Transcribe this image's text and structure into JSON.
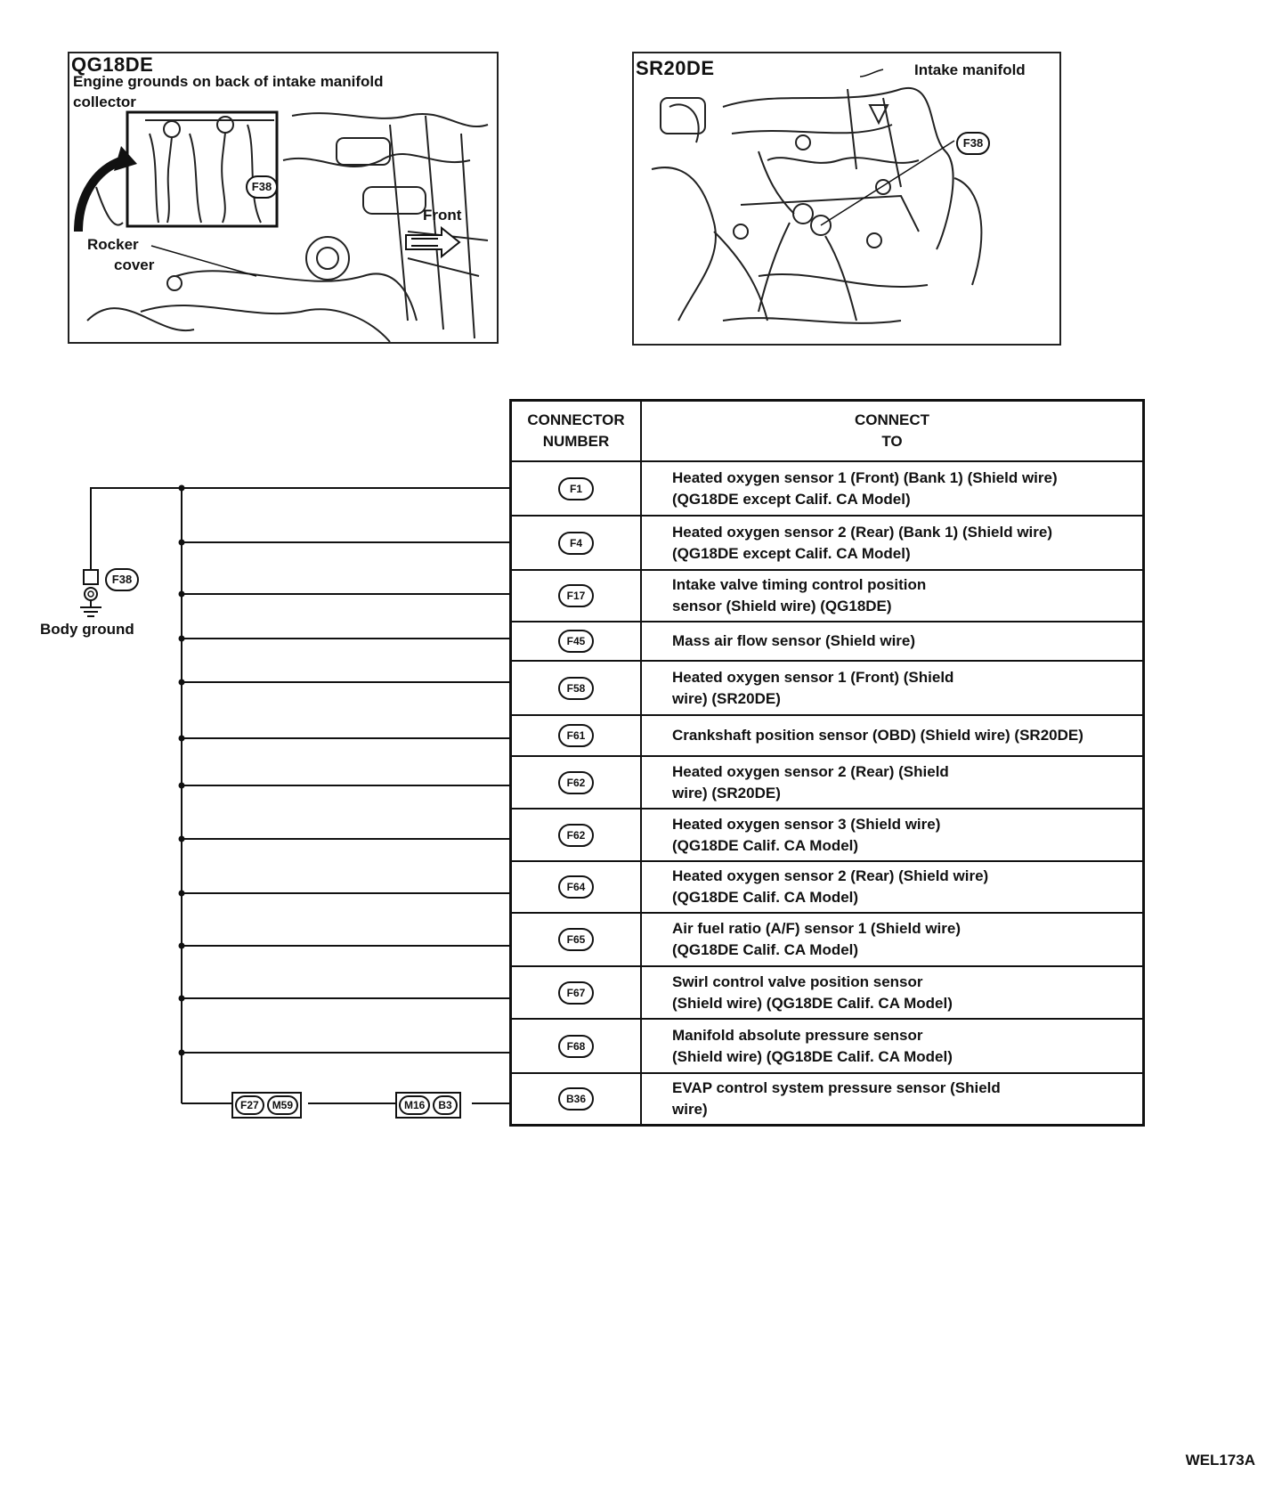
{
  "figures": {
    "left": {
      "title": "QG18DE",
      "caption_line1": "Engine grounds on back of intake manifold",
      "caption_line2": "collector",
      "connector_label": "F38",
      "front_label": "Front",
      "rocker_line1": "Rocker",
      "rocker_line2": "cover"
    },
    "right": {
      "title": "SR20DE",
      "manifold_label": "Intake manifold",
      "connector_label": "F38"
    }
  },
  "ground": {
    "connector_label": "F38",
    "label": "Body ground"
  },
  "inline_connectors": {
    "group1": [
      "F27",
      "M59"
    ],
    "group2": [
      "M16",
      "B3"
    ]
  },
  "table": {
    "headers": {
      "col1_line1": "CONNECTOR",
      "col1_line2": "NUMBER",
      "col2_line1": "CONNECT",
      "col2_line2": "TO"
    },
    "rows": [
      {
        "conn": "F1",
        "line1": "Heated oxygen sensor 1 (Front) (Bank 1) (Shield wire)",
        "line2": "(QG18DE except Calif. CA Model)"
      },
      {
        "conn": "F4",
        "line1": "Heated oxygen sensor 2 (Rear) (Bank 1) (Shield wire)",
        "line2": "(QG18DE except Calif. CA Model)"
      },
      {
        "conn": "F17",
        "line1": "Intake valve timing control position",
        "line2": "sensor (Shield wire) (QG18DE)"
      },
      {
        "conn": "F45",
        "line1": "Mass air flow sensor (Shield wire)",
        "line2": ""
      },
      {
        "conn": "F58",
        "line1": "Heated oxygen sensor 1 (Front) (Shield",
        "line2": "wire) (SR20DE)"
      },
      {
        "conn": "F61",
        "line1": "Crankshaft position sensor (OBD) (Shield wire) (SR20DE)",
        "line2": ""
      },
      {
        "conn": "F62",
        "line1": "Heated oxygen sensor 2 (Rear) (Shield",
        "line2": "wire) (SR20DE)"
      },
      {
        "conn": "F62",
        "line1": "Heated oxygen sensor 3 (Shield wire)",
        "line2": "(QG18DE Calif. CA Model)"
      },
      {
        "conn": "F64",
        "line1": "Heated oxygen sensor 2 (Rear) (Shield wire)",
        "line2": "(QG18DE Calif. CA Model)"
      },
      {
        "conn": "F65",
        "line1": "Air fuel ratio (A/F) sensor 1 (Shield wire)",
        "line2": "(QG18DE Calif. CA Model)"
      },
      {
        "conn": "F67",
        "line1": "Swirl control valve position sensor",
        "line2": "(Shield wire) (QG18DE Calif. CA Model)"
      },
      {
        "conn": "F68",
        "line1": "Manifold absolute pressure sensor",
        "line2": "(Shield wire) (QG18DE Calif. CA Model)"
      },
      {
        "conn": "B36",
        "line1": "EVAP control system pressure sensor (Shield",
        "line2": "wire)"
      }
    ]
  },
  "reference_code": "WEL173A"
}
